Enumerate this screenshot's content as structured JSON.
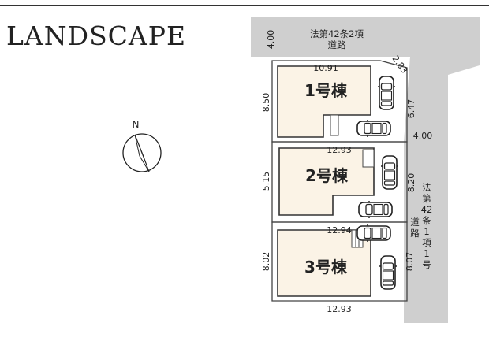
{
  "title": "LANDSCAPE",
  "compass": {
    "label": "N"
  },
  "roads": {
    "top": {
      "label_line1": "法第42条2項",
      "label_line2": "道路",
      "width": "4.00"
    },
    "right": {
      "label_col1": [
        "法",
        "第",
        "42",
        "条"
      ],
      "label_col2": [
        "道",
        "路",
        "1",
        "項",
        "1",
        "号"
      ],
      "width": "4.00"
    }
  },
  "corner_cut": "2.83",
  "lots": [
    {
      "name": "1号棟",
      "dim_top": "10.91",
      "dim_left": "8.50",
      "dim_right": "6.47"
    },
    {
      "name": "2号棟",
      "dim_top": "12.93",
      "dim_left": "5.15",
      "dim_right": "8.20"
    },
    {
      "name": "3号棟",
      "dim_top": "12.94",
      "dim_left": "8.02",
      "dim_right": "8.07",
      "dim_bottom": "12.93"
    }
  ],
  "colors": {
    "road_fill": "#cfcfcf",
    "house_fill": "#fbf3e6",
    "outline": "#444444"
  }
}
